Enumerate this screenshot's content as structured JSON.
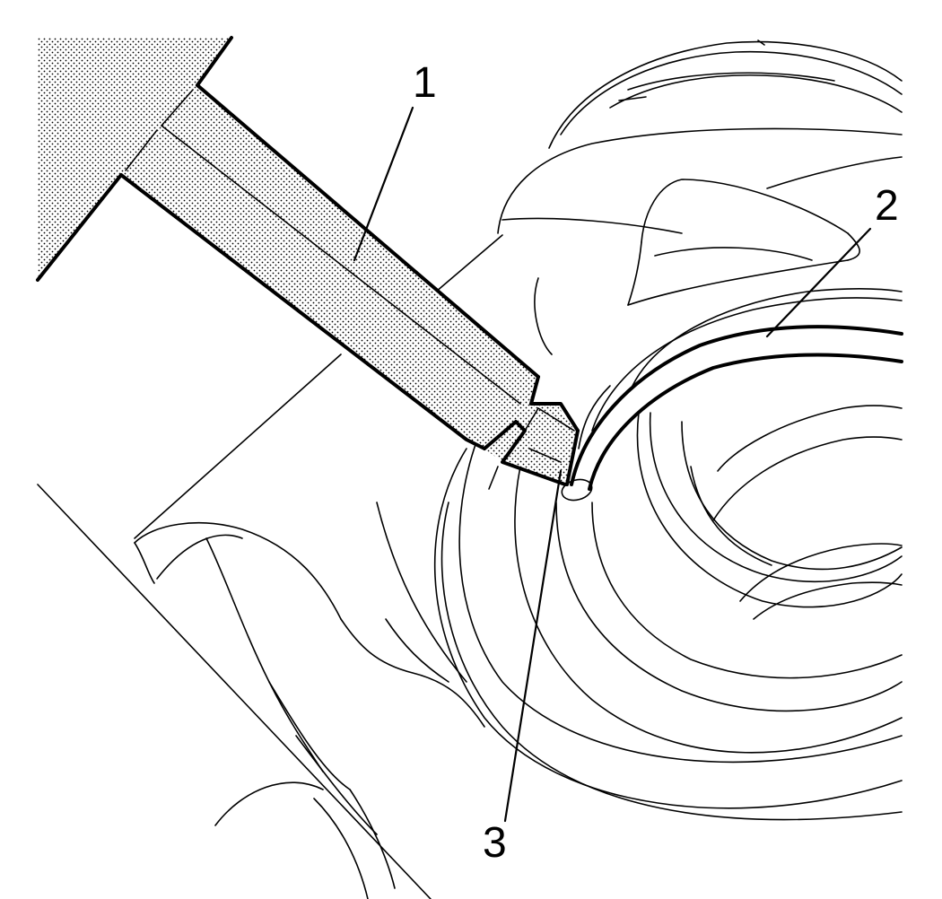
{
  "figure": {
    "callouts": [
      {
        "id": "1",
        "label": "1"
      },
      {
        "id": "2",
        "label": "2"
      },
      {
        "id": "3",
        "label": "3"
      }
    ],
    "colors": {
      "line": "#000000",
      "background": "#ffffff",
      "stipple": "#000000"
    }
  }
}
